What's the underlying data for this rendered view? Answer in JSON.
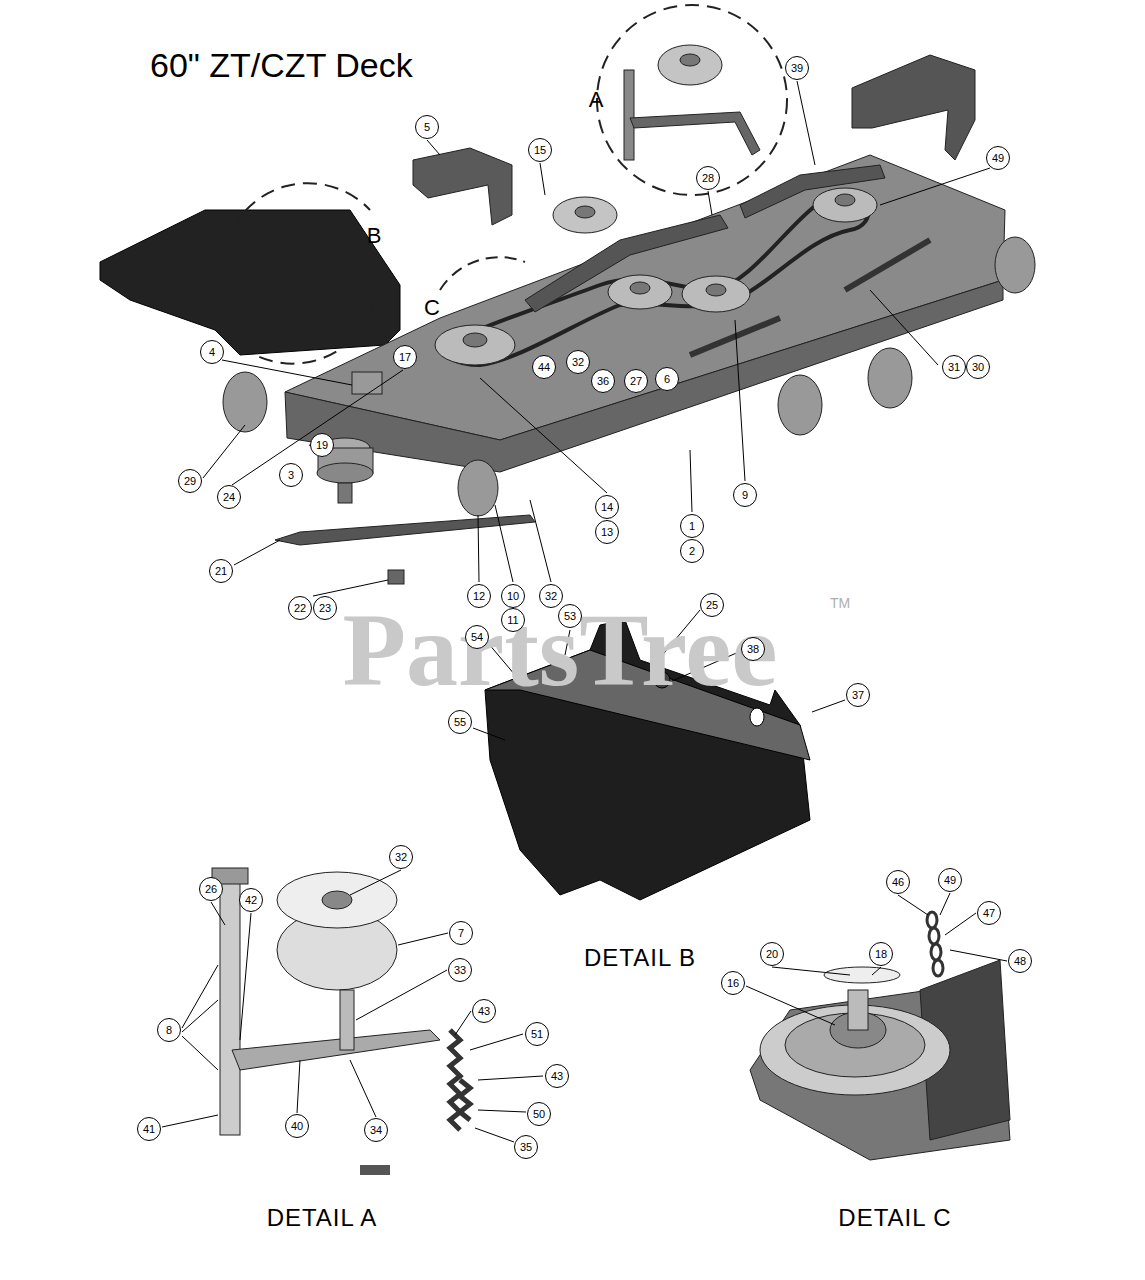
{
  "diagram": {
    "title": "60\" ZT/CZT Deck",
    "labels": [
      "5",
      "15",
      "39",
      "28",
      "49",
      "4",
      "17",
      "44",
      "32",
      "36",
      "27",
      "6",
      "31",
      "30",
      "19",
      "3",
      "29",
      "24",
      "14",
      "13",
      "9",
      "1",
      "2",
      "21",
      "22",
      "23",
      "12",
      "10",
      "11",
      "32",
      "53",
      "54",
      "25",
      "38",
      "55",
      "37",
      "32",
      "26",
      "42",
      "7",
      "33",
      "43",
      "8",
      "51",
      "43",
      "40",
      "34",
      "41",
      "50",
      "35",
      "46",
      "49",
      "20",
      "18",
      "47",
      "16",
      "48",
      "A",
      "B",
      "C",
      "DETAIL B",
      "DETAIL A",
      "DETAIL C",
      "PartsTree",
      "TM"
    ]
  }
}
